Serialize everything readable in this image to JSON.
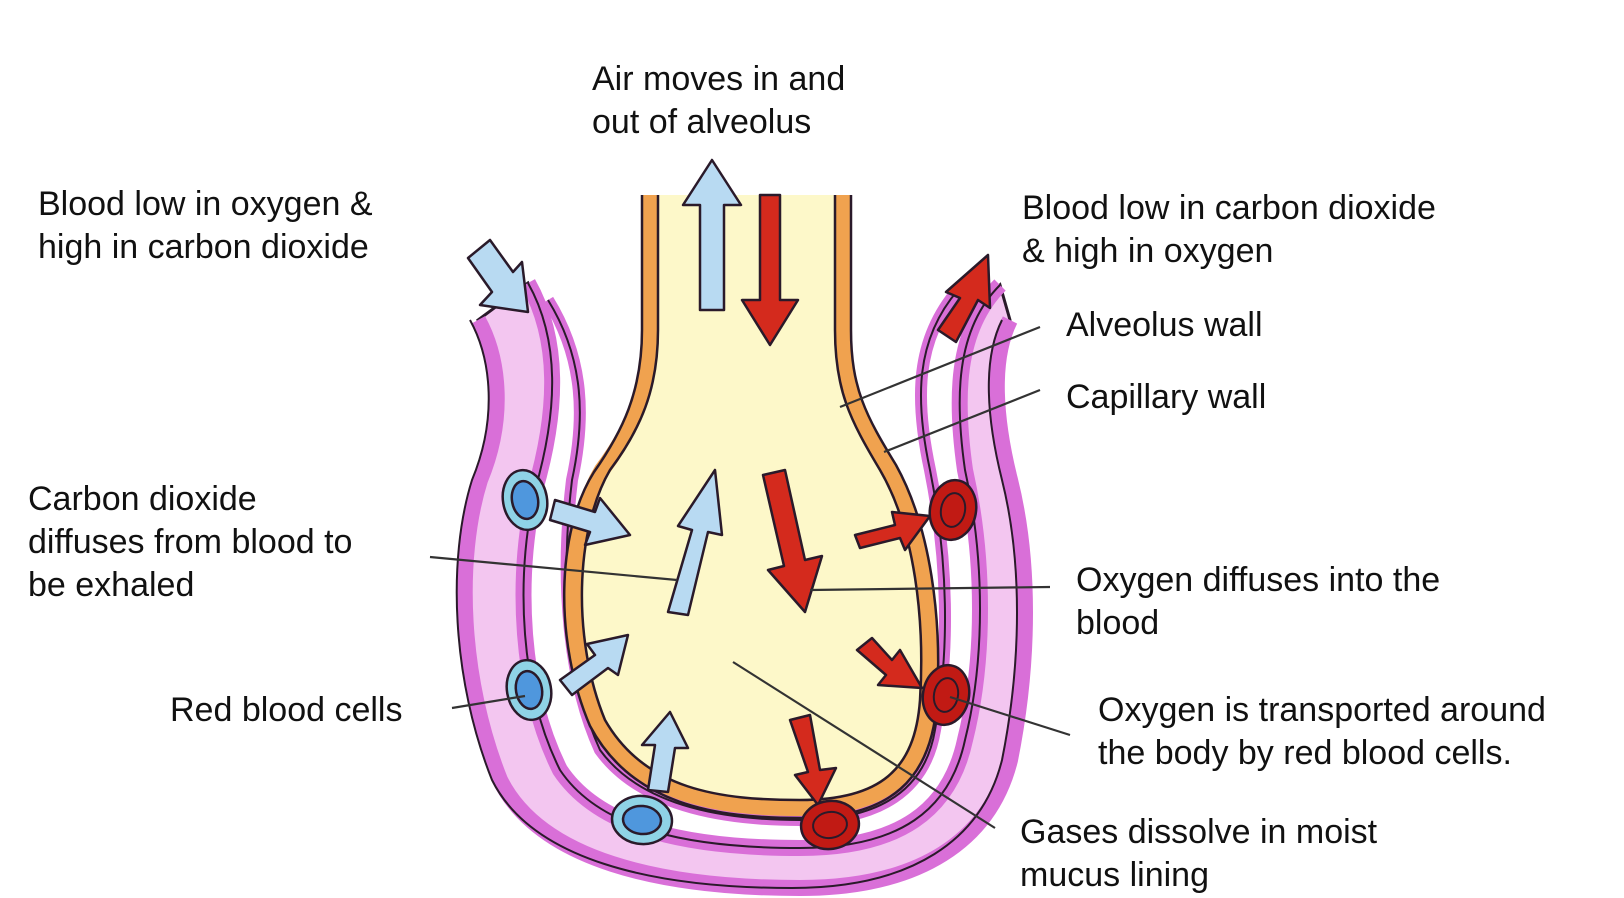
{
  "labels": {
    "air": [
      "Air moves in and",
      "out of alveolus"
    ],
    "blood_in": [
      "Blood low in oxygen &",
      "high in carbon dioxide"
    ],
    "blood_out": [
      "Blood low in carbon dioxide",
      "& high in oxygen"
    ],
    "alveolus_wall": "Alveolus wall",
    "capillary_wall": "Capillary wall",
    "co2_diffuses": [
      "Carbon dioxide",
      "diffuses from blood to",
      "be exhaled"
    ],
    "o2_diffuses": [
      "Oxygen diffuses into the",
      "blood"
    ],
    "red_blood_cells": "Red blood cells",
    "o2_transported": [
      "Oxygen is transported around",
      "the body by red blood cells."
    ],
    "gases_dissolve": [
      "Gases dissolve in moist",
      "mucus lining"
    ]
  },
  "colors": {
    "capillary_pink": "#f3c6f0",
    "capillary_wall": "#d96fd8",
    "alveolus_fill": "#fdf8c9",
    "alveolus_wall": "#f0a24f",
    "outline": "#2a1a2a",
    "co2_arrow": "#b8daf2",
    "o2_arrow": "#d42a1d",
    "rbc_deoxy": "#4f97dd",
    "rbc_deoxy_ring": "#8fd3e6",
    "rbc_oxy": "#c11a14"
  }
}
